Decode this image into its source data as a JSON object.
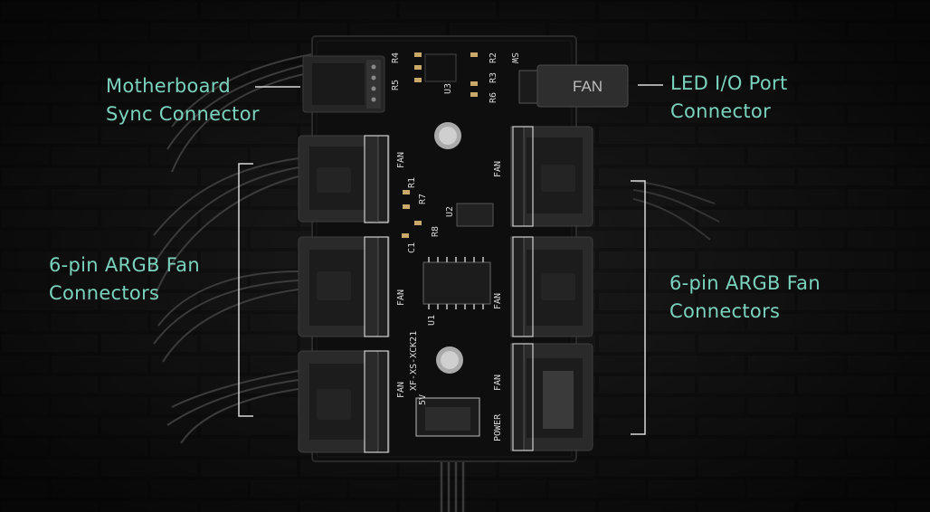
{
  "labels": {
    "mb_sync": [
      "Motherboard",
      "Sync Connector"
    ],
    "led_io": [
      "LED I/O Port",
      "Connector"
    ],
    "fan_left": [
      "6-pin ARGB Fan",
      "Connectors"
    ],
    "fan_right": [
      "6-pin ARGB Fan",
      "Connectors"
    ]
  },
  "board": {
    "fan_plug_label": "FAN",
    "silkscreen": {
      "model": "XF-XS-XCK21",
      "fan": "FAN",
      "power": "POWER",
      "sw": "SW",
      "u1": "U1",
      "u2": "U2",
      "u3": "U3",
      "r1": "R1",
      "r2": "R2",
      "r3": "R3",
      "r4": "R4",
      "r5": "R5",
      "r6": "R6",
      "r7": "R7",
      "r8": "R8",
      "c1": "C1",
      "v5": "5V"
    }
  },
  "colors": {
    "label_text": "#7ad3bd",
    "background": "#141414",
    "pcb": "#0e0e0e",
    "connector": "#2a2a2a",
    "silkscreen": "#d9d9d9"
  }
}
